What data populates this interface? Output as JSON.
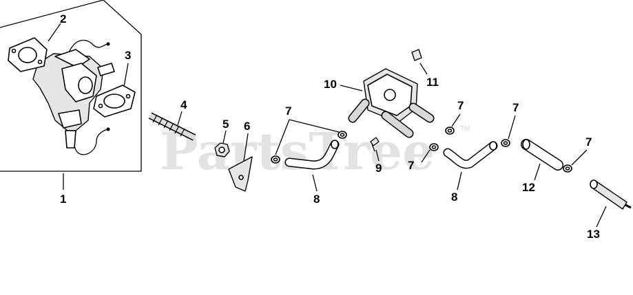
{
  "watermark": {
    "text": "PartsTree",
    "trademark": "TM"
  },
  "callouts": {
    "c1": "1",
    "c2": "2",
    "c3": "3",
    "c4": "4",
    "c5": "5",
    "c6": "6",
    "c7a": "7",
    "c7b": "7",
    "c7c": "7",
    "c7d": "7",
    "c7e": "7",
    "c8a": "8",
    "c8b": "8",
    "c9": "9",
    "c10": "10",
    "c11": "11",
    "c12": "12",
    "c13": "13"
  }
}
